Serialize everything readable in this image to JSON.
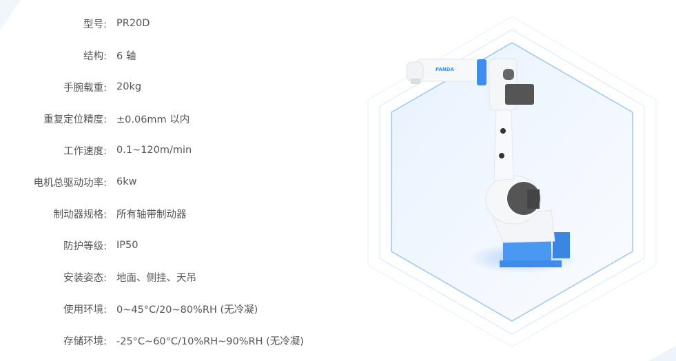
{
  "specs": [
    {
      "label": "型号:",
      "value": "PR20D"
    },
    {
      "label": "结构:",
      "value": "6 轴"
    },
    {
      "label": "手腕载重:",
      "value": "20kg"
    },
    {
      "label": "重复定位精度:",
      "value": "±0.06mm 以内"
    },
    {
      "label": "工作速度:",
      "value": "0.1~120m/min"
    },
    {
      "label": "电机总驱动功率:",
      "value": "6kw"
    },
    {
      "label": "制动器规格:",
      "value": "所有轴带制动器"
    },
    {
      "label": "防护等级:",
      "value": "IP50"
    },
    {
      "label": "安装姿态:",
      "value": "地面、侧挂、天吊"
    },
    {
      "label": "使用环境:",
      "value": "0~45°C/20~80%RH (无冷凝)"
    },
    {
      "label": "存储环境:",
      "value": "-25°C~60°C/10%RH~90%RH (无冷凝)"
    }
  ],
  "product_image": {
    "brand_logo_text": "PANDA",
    "accent_color": "#3d8ef0"
  }
}
